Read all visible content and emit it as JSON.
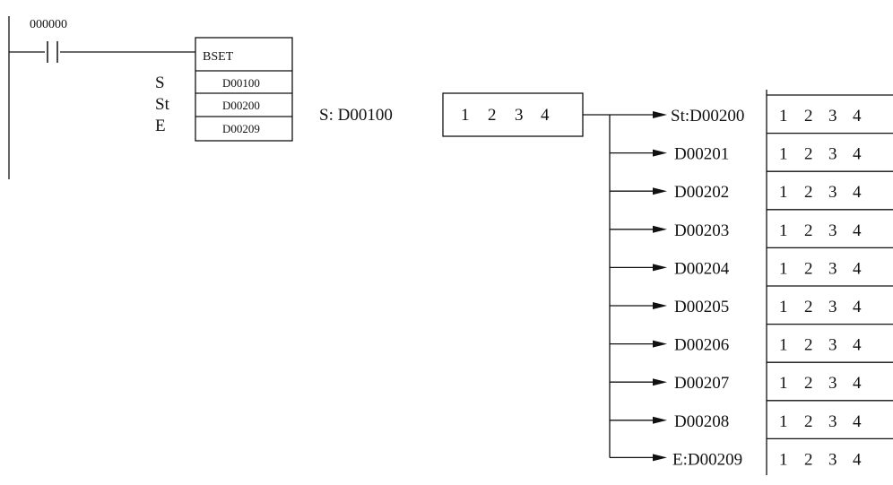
{
  "ladder": {
    "contact_address": "000000",
    "instruction": "BSET",
    "operand_labels": [
      "S",
      "St",
      "E"
    ],
    "operand_values": [
      "D00100",
      "D00200",
      "D00209"
    ]
  },
  "source": {
    "label": "S: D00100",
    "digits": [
      "1",
      "2",
      "3",
      "4"
    ]
  },
  "destinations": [
    {
      "label": "St:D00200",
      "digits": [
        "1",
        "2",
        "3",
        "4"
      ]
    },
    {
      "label": "D00201",
      "digits": [
        "1",
        "2",
        "3",
        "4"
      ]
    },
    {
      "label": "D00202",
      "digits": [
        "1",
        "2",
        "3",
        "4"
      ]
    },
    {
      "label": "D00203",
      "digits": [
        "1",
        "2",
        "3",
        "4"
      ]
    },
    {
      "label": "D00204",
      "digits": [
        "1",
        "2",
        "3",
        "4"
      ]
    },
    {
      "label": "D00205",
      "digits": [
        "1",
        "2",
        "3",
        "4"
      ]
    },
    {
      "label": "D00206",
      "digits": [
        "1",
        "2",
        "3",
        "4"
      ]
    },
    {
      "label": "D00207",
      "digits": [
        "1",
        "2",
        "3",
        "4"
      ]
    },
    {
      "label": "D00208",
      "digits": [
        "1",
        "2",
        "3",
        "4"
      ]
    },
    {
      "label": "E:D00209",
      "digits": [
        "1",
        "2",
        "3",
        "4"
      ]
    }
  ]
}
